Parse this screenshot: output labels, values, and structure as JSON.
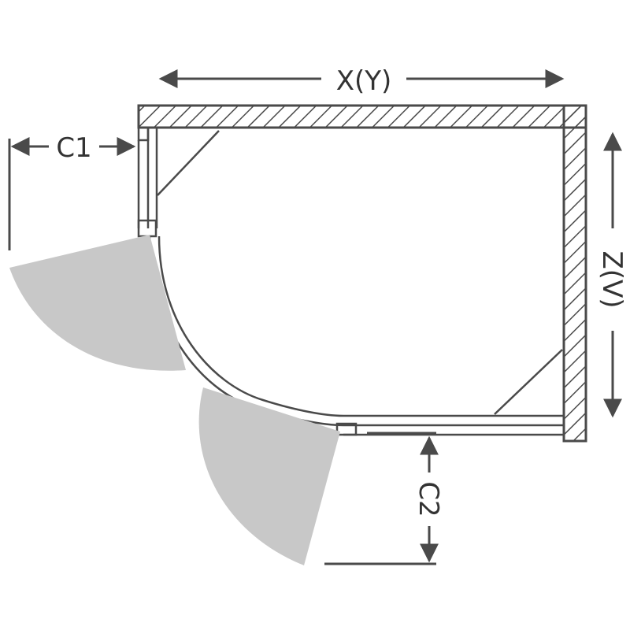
{
  "labels": {
    "width": "X(Y)",
    "depth": "Z(V)",
    "clearance_left": "C1",
    "clearance_front": "C2"
  },
  "colors": {
    "line": "#4a4a4a",
    "hatch": "#4a4a4a",
    "door_fill": "#c8c8c8",
    "text": "#333333",
    "background": "#ffffff"
  }
}
